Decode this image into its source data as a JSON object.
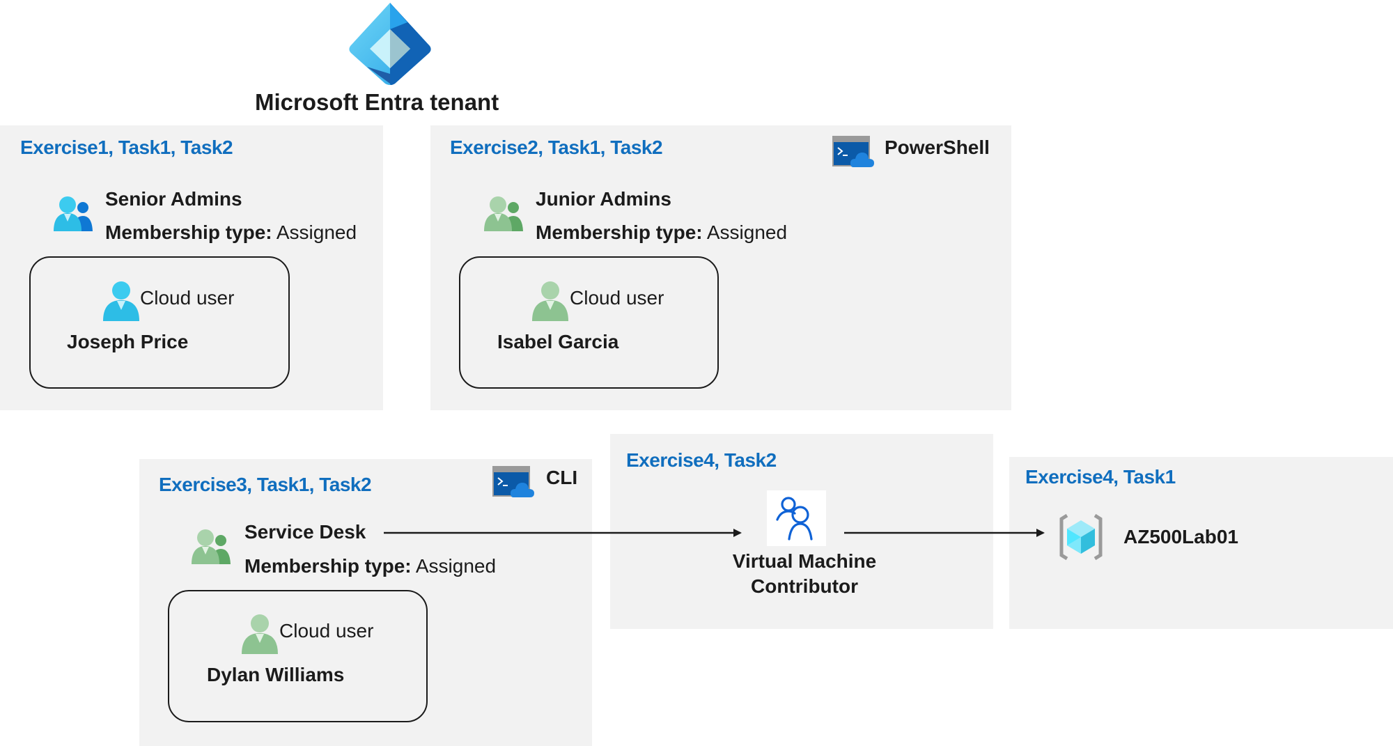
{
  "tenant": {
    "title": "Microsoft Entra tenant",
    "logo_icon": "microsoft-entra-logo"
  },
  "exercise1": {
    "heading": "Exercise1, Task1, Task2",
    "group_name": "Senior Admins",
    "membership_label": "Membership type:",
    "membership_value": "Assigned",
    "group_icon": "group-icon-blue",
    "user": {
      "type_label": "Cloud user",
      "name": "Joseph Price",
      "icon": "user-icon-blue"
    }
  },
  "exercise2": {
    "heading": "Exercise2, Task1, Task2",
    "tool_label": "PowerShell",
    "tool_icon": "cloud-shell-icon",
    "group_name": "Junior Admins",
    "membership_label": "Membership type:",
    "membership_value": "Assigned",
    "group_icon": "group-icon-green",
    "user": {
      "type_label": "Cloud user",
      "name": "Isabel Garcia",
      "icon": "user-icon-green"
    }
  },
  "exercise3": {
    "heading": "Exercise3, Task1, Task2",
    "tool_label": "CLI",
    "tool_icon": "cloud-shell-icon",
    "group_name": "Service Desk",
    "membership_label": "Membership type:",
    "membership_value": "Assigned",
    "group_icon": "group-icon-green",
    "user": {
      "type_label": "Cloud user",
      "name": "Dylan Williams",
      "icon": "user-icon-green"
    }
  },
  "exercise4_task2": {
    "heading": "Exercise4, Task2",
    "role_line1": "Virtual Machine",
    "role_line2": "Contributor",
    "role_icon": "role-assignment-icon"
  },
  "exercise4_task1": {
    "heading": "Exercise4, Task1",
    "resource_name": "AZ500Lab01",
    "resource_icon": "resource-group-icon"
  },
  "colors": {
    "heading_blue": "#106ebe",
    "panel_gray": "#f2f2f2",
    "text": "#1b1b1b"
  }
}
